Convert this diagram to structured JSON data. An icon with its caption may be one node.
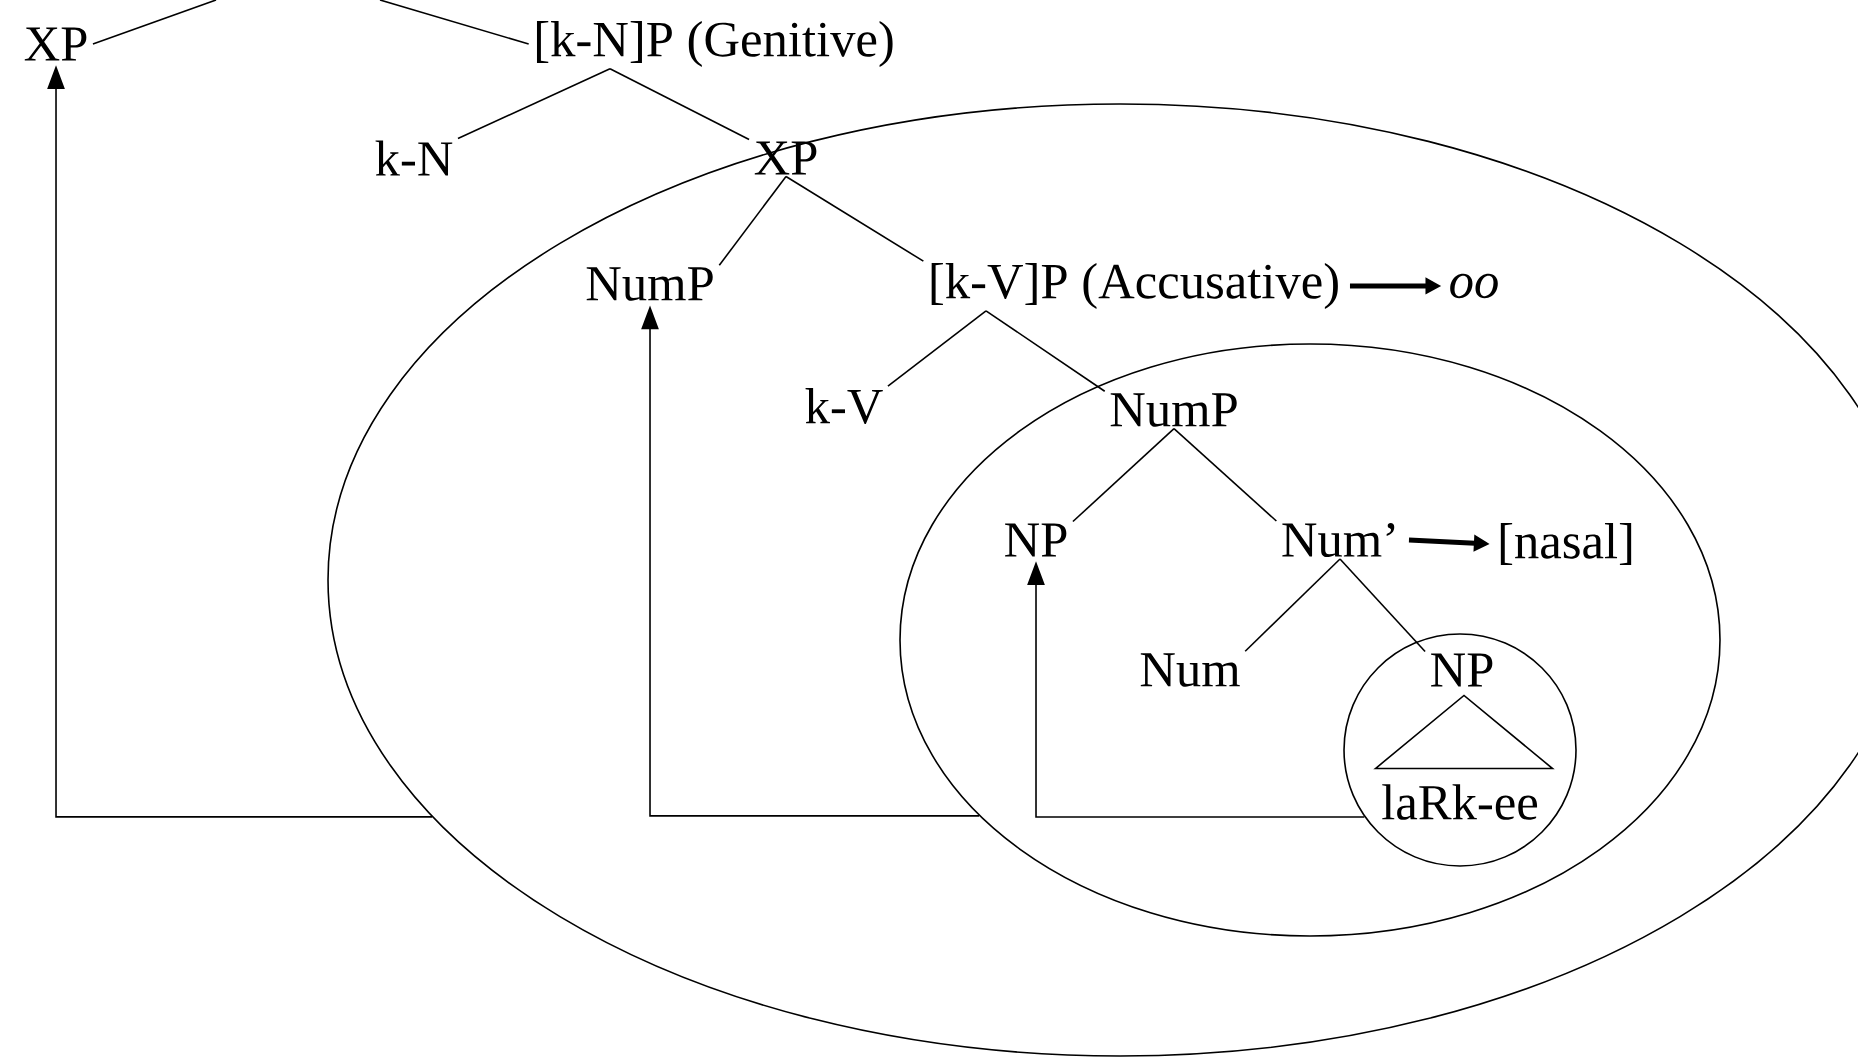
{
  "diagram": {
    "nodes": [
      {
        "text": [
          "XP"
        ]
      },
      {
        "text": [
          "[k-N]P (Genitive)"
        ]
      },
      {
        "text": [
          "k-N"
        ]
      },
      {
        "text": [],
        "shape": "ellipse"
      },
      {
        "text": [
          "XP"
        ],
        "in": 3
      },
      {
        "text": [
          "NumP"
        ],
        "in": 3
      },
      {
        "text": [
          "[k-V]P (Accusative)"
        ],
        "in": 3
      },
      {
        "text": [
          "oo"
        ],
        "in": 3
      },
      {
        "text": [
          "k-V"
        ],
        "in": 3
      },
      {
        "text": [],
        "shape": "ellipse",
        "in": 3
      },
      {
        "text": [
          "NumP"
        ],
        "in": 9
      },
      {
        "text": [
          "NP"
        ],
        "in": 9
      },
      {
        "text": [
          "Num’"
        ],
        "in": 9
      },
      {
        "text": [
          "[nasal]"
        ],
        "in": 9
      },
      {
        "text": [
          "Num"
        ],
        "in": 9
      },
      {
        "text": [],
        "shape": "circle",
        "in": 9
      },
      {
        "text": [
          "NP"
        ],
        "in": 15
      },
      {
        "text": [],
        "shape": "triangle",
        "in": 15
      },
      {
        "text": [
          "laRk-ee"
        ],
        "in": 15
      }
    ],
    "edges": [
      {
        "from": null,
        "to": 0,
        "arrow": "none"
      },
      {
        "from": null,
        "to": 1,
        "arrow": "none"
      },
      {
        "from": 1,
        "to": 2,
        "arrow": "none"
      },
      {
        "from": 1,
        "to": 4,
        "arrow": "none"
      },
      {
        "from": 4,
        "to": 5,
        "arrow": "none"
      },
      {
        "from": 4,
        "to": 6,
        "arrow": "none"
      },
      {
        "from": 6,
        "to": 7,
        "arrow": "to",
        "style": "thick"
      },
      {
        "from": 6,
        "to": 8,
        "arrow": "none"
      },
      {
        "from": 6,
        "to": 10,
        "arrow": "none"
      },
      {
        "from": 10,
        "to": 11,
        "arrow": "none"
      },
      {
        "from": 10,
        "to": 12,
        "arrow": "none"
      },
      {
        "from": 12,
        "to": 13,
        "arrow": "to",
        "style": "thick"
      },
      {
        "from": 12,
        "to": 14,
        "arrow": "none"
      },
      {
        "from": 12,
        "to": 16,
        "arrow": "none"
      },
      {
        "from": 3,
        "to": 0,
        "arrow": "to"
      },
      {
        "from": 9,
        "to": 5,
        "arrow": "to"
      },
      {
        "from": 15,
        "to": 11,
        "arrow": "to"
      }
    ]
  }
}
